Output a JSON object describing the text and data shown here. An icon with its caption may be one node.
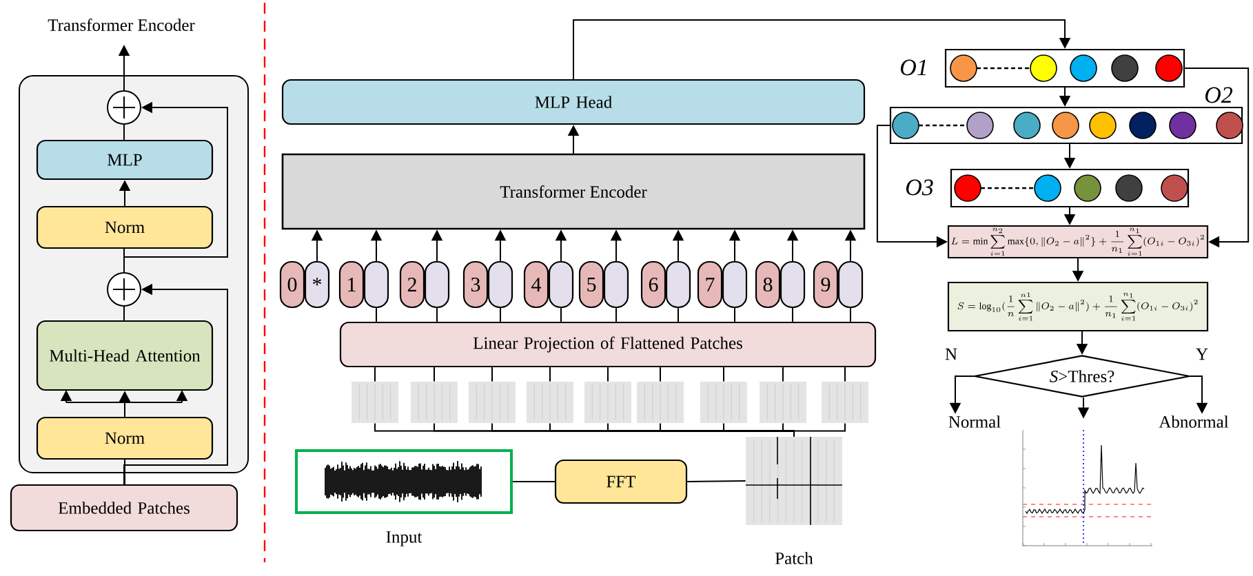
{
  "diagram": {
    "nodes": [
      {
        "text": [
          "Transformer Encoder"
        ]
      },
      {
        "text": [],
        "shape": "circle",
        "in": 0
      },
      {
        "text": [
          "MLP"
        ],
        "in": 0
      },
      {
        "text": [
          "Norm"
        ],
        "in": 0
      },
      {
        "text": [],
        "shape": "circle",
        "in": 0
      },
      {
        "text": [
          "Multi-Head Attention"
        ],
        "in": 0
      },
      {
        "text": [
          "Norm"
        ],
        "in": 0
      },
      {
        "text": [
          "Embedded Patches"
        ]
      },
      {
        "text": [
          "MLP Head"
        ]
      },
      {
        "text": [
          "Transformer Encoder"
        ]
      },
      {
        "text": [
          "0"
        ]
      },
      {
        "text": [
          "*"
        ]
      },
      {
        "text": [
          "1"
        ]
      },
      {
        "text": [],
        "shape": "box"
      },
      {
        "text": [
          "2"
        ]
      },
      {
        "text": [],
        "shape": "box"
      },
      {
        "text": [
          "3"
        ]
      },
      {
        "text": [],
        "shape": "box"
      },
      {
        "text": [
          "4"
        ]
      },
      {
        "text": [],
        "shape": "box"
      },
      {
        "text": [
          "5"
        ]
      },
      {
        "text": [],
        "shape": "box"
      },
      {
        "text": [
          "6"
        ]
      },
      {
        "text": [],
        "shape": "box"
      },
      {
        "text": [
          "7"
        ]
      },
      {
        "text": [],
        "shape": "box"
      },
      {
        "text": [
          "8"
        ]
      },
      {
        "text": [],
        "shape": "box"
      },
      {
        "text": [
          "9"
        ]
      },
      {
        "text": [],
        "shape": "box"
      },
      {
        "text": [
          "Linear Projection of Flattened Patches"
        ]
      },
      {
        "text": [],
        "shape": "picture"
      },
      {
        "text": [],
        "shape": "picture"
      },
      {
        "text": [],
        "shape": "picture"
      },
      {
        "text": [],
        "shape": "picture"
      },
      {
        "text": [],
        "shape": "picture"
      },
      {
        "text": [],
        "shape": "picture"
      },
      {
        "text": [],
        "shape": "picture"
      },
      {
        "text": [],
        "shape": "picture"
      },
      {
        "text": [],
        "shape": "picture"
      },
      {
        "text": [],
        "shape": "picture",
        "beside": [
          "Input"
        ]
      },
      {
        "text": [
          "FFT"
        ]
      },
      {
        "text": [],
        "shape": "picture",
        "beside": [
          "Patch"
        ]
      },
      {
        "text": [],
        "shape": "box",
        "beside": [
          "O1"
        ]
      },
      {
        "text": [],
        "shape": "box",
        "beside": [
          "O2"
        ]
      },
      {
        "text": [],
        "shape": "box",
        "beside": [
          "O3"
        ]
      },
      {
        "text": [
          "L=\\min\\sum_{i=1}^{n_2}\\max\\{0,\\|O_2-a\\|^2\\}+\\frac{1}{n_1}\\sum_{i=1}^{n_1}(O_{1i}-O_{3i})^2"
        ]
      },
      {
        "text": [
          "S=\\log_{10}(\\frac{1}{n}\\sum_{i=1}^{n1}\\|O_2-a\\|^2)+\\frac{1}{n_1}\\sum_{i=1}^{n_1}(O_{1i}-O_{3i})^2"
        ]
      },
      {
        "text": [
          "*S*>Thres?"
        ]
      },
      {
        "text": [
          "Normal"
        ]
      },
      {
        "text": [
          "Abnormal"
        ]
      },
      {
        "text": [],
        "shape": "picture"
      }
    ],
    "edges": [
      {
        "from": 7,
        "to": 6,
        "arrow": "none"
      },
      {
        "from": 6,
        "to": 5,
        "arrow": "to"
      },
      {
        "from": 5,
        "to": 4,
        "arrow": "none"
      },
      {
        "from": 4,
        "to": 3,
        "arrow": "none"
      },
      {
        "from": 3,
        "to": 2,
        "arrow": "to"
      },
      {
        "from": 2,
        "to": 1,
        "arrow": "none"
      },
      {
        "from": 1,
        "to": null,
        "arrow": "to"
      },
      {
        "from": 7,
        "to": 4,
        "arrow": "to"
      },
      {
        "from": 4,
        "to": 1,
        "arrow": "to"
      },
      {
        "from": 9,
        "to": 8,
        "arrow": "to"
      },
      {
        "from": 11,
        "to": 9,
        "arrow": "to"
      },
      {
        "from": 13,
        "to": 9,
        "arrow": "to"
      },
      {
        "from": 15,
        "to": 9,
        "arrow": "to"
      },
      {
        "from": 17,
        "to": 9,
        "arrow": "to"
      },
      {
        "from": 19,
        "to": 9,
        "arrow": "to"
      },
      {
        "from": 21,
        "to": 9,
        "arrow": "to"
      },
      {
        "from": 23,
        "to": 9,
        "arrow": "to"
      },
      {
        "from": 25,
        "to": 9,
        "arrow": "to"
      },
      {
        "from": 27,
        "to": 9,
        "arrow": "to"
      },
      {
        "from": 29,
        "to": 9,
        "arrow": "to"
      },
      {
        "from": 30,
        "to": 13,
        "arrow": "none"
      },
      {
        "from": 30,
        "to": 15,
        "arrow": "none"
      },
      {
        "from": 30,
        "to": 17,
        "arrow": "none"
      },
      {
        "from": 30,
        "to": 19,
        "arrow": "none"
      },
      {
        "from": 30,
        "to": 21,
        "arrow": "none"
      },
      {
        "from": 30,
        "to": 23,
        "arrow": "none"
      },
      {
        "from": 30,
        "to": 25,
        "arrow": "none"
      },
      {
        "from": 30,
        "to": 27,
        "arrow": "none"
      },
      {
        "from": 30,
        "to": 29,
        "arrow": "none"
      },
      {
        "from": 31,
        "to": 30,
        "arrow": "none"
      },
      {
        "from": 32,
        "to": 30,
        "arrow": "none"
      },
      {
        "from": 33,
        "to": 30,
        "arrow": "none"
      },
      {
        "from": 34,
        "to": 30,
        "arrow": "none"
      },
      {
        "from": 35,
        "to": 30,
        "arrow": "none"
      },
      {
        "from": 36,
        "to": 30,
        "arrow": "none"
      },
      {
        "from": 37,
        "to": 30,
        "arrow": "none"
      },
      {
        "from": 38,
        "to": 30,
        "arrow": "none"
      },
      {
        "from": 39,
        "to": 30,
        "arrow": "none"
      },
      {
        "from": 42,
        "to": 31,
        "arrow": "none"
      },
      {
        "from": 42,
        "to": 32,
        "arrow": "none"
      },
      {
        "from": 42,
        "to": 33,
        "arrow": "none"
      },
      {
        "from": 42,
        "to": 34,
        "arrow": "none"
      },
      {
        "from": 42,
        "to": 35,
        "arrow": "none"
      },
      {
        "from": 42,
        "to": 36,
        "arrow": "none"
      },
      {
        "from": 42,
        "to": 37,
        "arrow": "none"
      },
      {
        "from": 42,
        "to": 38,
        "arrow": "none"
      },
      {
        "from": 42,
        "to": 39,
        "arrow": "none"
      },
      {
        "from": 40,
        "to": 41,
        "arrow": "none"
      },
      {
        "from": 41,
        "to": 42,
        "arrow": "none"
      },
      {
        "from": 8,
        "to": 43,
        "arrow": "to"
      },
      {
        "from": 43,
        "to": 44,
        "arrow": "to"
      },
      {
        "from": 44,
        "to": 45,
        "arrow": "to"
      },
      {
        "from": 45,
        "to": 46,
        "arrow": "to"
      },
      {
        "from": 44,
        "to": 46,
        "arrow": "to"
      },
      {
        "from": 43,
        "to": 46,
        "arrow": "to"
      },
      {
        "from": 46,
        "to": 47,
        "arrow": "to"
      },
      {
        "from": 47,
        "to": 48,
        "arrow": "to"
      },
      {
        "from": 48,
        "to": 49,
        "arrow": "to",
        "label": "N"
      },
      {
        "from": 48,
        "to": 50,
        "arrow": "to",
        "label": "Y"
      },
      {
        "from": 48,
        "to": 51,
        "arrow": "to"
      }
    ]
  }
}
